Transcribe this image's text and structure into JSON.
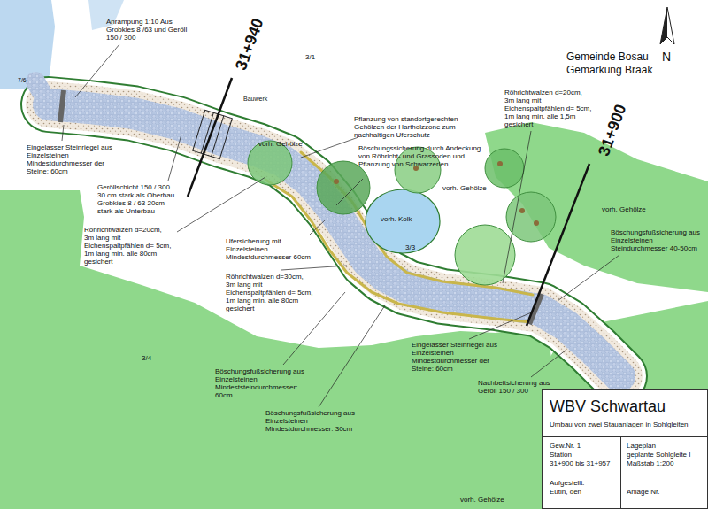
{
  "diagram": {
    "nodes": [
      {
        "text": [
          "WBV Schwartau",
          "Umbau von zwei Stauanlagen in Sohlgleiten",
          "Gew.Nr. 1",
          "Station",
          "31+900 bis 31+957",
          "Lageplan",
          "geplante Sohlgleite I",
          "Maßstab 1:200",
          "Aufgestellt:",
          "Eutin, den",
          "Anlage Nr."
        ]
      }
    ],
    "labels": [
      "Anrampung 1:10 Aus Grobkies 8 /63 und Geröll 150 / 300",
      "31+940",
      "3/1",
      "Gemeinde Bosau",
      "Gemarkung Braak",
      "N",
      "7/6",
      "Bauwerk",
      "vorh. Gehölze",
      "Pflanzung von standortgerechten Gehölzen der Hartholzzone zum nachhaltigen Uferschutz",
      "Böschungssicherung durch Andeckung von Röhricht- und Grassoden und Pflanzung von Schwarzerlen",
      "vorh. Gehölze",
      "Röhrichtwalzen d=20cm, 3m lang mit Eichenspaltpfählen d= 5cm, 1m lang min. alle 1,5m gesichert",
      "31+900",
      "vorh. Gehölze",
      "Böschungsfußsicherung aus Einzelsteinen Steindurchmesser 40-50cm",
      "Eingelasser Steinriegel aus Einzelsteinen Mindestdurchmesser der Steine: 60cm",
      "Geröllschicht 150 / 300 30 cm stark als Oberbau Grobkies 8 / 63 20cm stark als Unterbau",
      "Röhrichtwalzen d=20cm, 3m lang mit Eichenspaltpfählen d= 5cm, 1m lang min. alle 80cm gesichert",
      "Ufersicherung mit Einzelsteinen Mindestdurchmesser 60cm",
      "vorh. Kolk",
      "3/3",
      "Röhrichtwalzen d=30cm, 3m lang mit Eichenspaltpfählen d= 5cm, 1m lang min. alle 80cm gesichert",
      "3/4",
      "Eingelasser Steinriegel aus Einzelsteinen Mindestdurchmesser der Steine: 60cm",
      "Böschungsfußsicherung aus Einzelsteinen Mindeststeindurchmesser: 60cm",
      "Nachbettsicherung aus Geröll 150 / 300",
      "Böschungsfußsicherung aus Einzelsteinen Mindestdurchmesser: 30cm",
      "vorh. Gehölze"
    ]
  }
}
